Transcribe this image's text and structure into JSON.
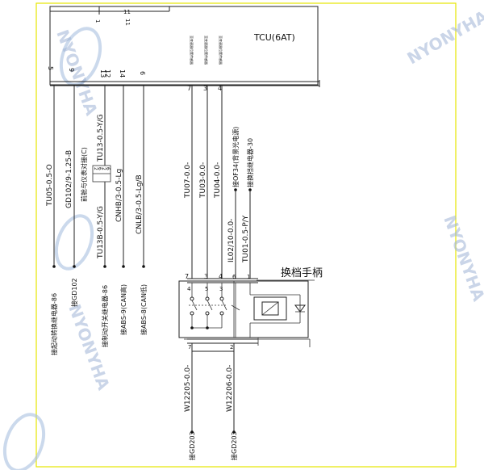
{
  "tcu": {
    "title": "TCU(6AT)",
    "top_pins": [
      "1",
      "11"
    ],
    "bottom_pins": [
      "5",
      "9",
      "13",
      "12",
      "14",
      "6",
      "7",
      "3",
      "4"
    ],
    "pin_notes": [
      "至变速器位置传感器",
      "至变速器位置传感器",
      "至变速器位置传感器"
    ]
  },
  "wires": [
    {
      "code": "TU05-0.5-O",
      "dest": "接起动转换继电器-86"
    },
    {
      "code": "GD102/9-1.25-B",
      "dest": "接GD102"
    },
    {
      "code": "TU13B-0.5-Y/G",
      "dest": "接制动开关继电器-86"
    },
    {
      "code": "CNHB/3-0.5-Lg",
      "dest": "接ABS-9(CAN高)"
    },
    {
      "code": "CNLB/3-0.5-Lg/B",
      "dest": "接ABS-8(CAN低)"
    },
    {
      "code": "TU07-0.0-",
      "dest": ""
    },
    {
      "code": "TU03-0.0-",
      "dest": ""
    },
    {
      "code": "TU04-0.0-",
      "dest": ""
    },
    {
      "code": "IL02/10-0.0-",
      "dest": "接OF34(背景光电源)"
    },
    {
      "code": "TU01-0.5-P/Y",
      "dest": "接换挡继电器-30"
    }
  ],
  "splice": {
    "note": "前舱与仪表对接(C)",
    "code": "TU13-0.5-Y/G",
    "pins": [
      "2",
      "6",
      "2",
      "6"
    ]
  },
  "shifter": {
    "label": "换档手柄",
    "top_pins": [
      "4",
      "5",
      "3",
      "6",
      "1"
    ],
    "bottom_pins": [
      "7",
      "2"
    ]
  },
  "ground_wires": [
    {
      "code": "W12205-0.0-",
      "dest": "接GD203"
    },
    {
      "code": "W12206-0.0-",
      "dest": "接GD203"
    }
  ],
  "watermark": "NYONYHA"
}
